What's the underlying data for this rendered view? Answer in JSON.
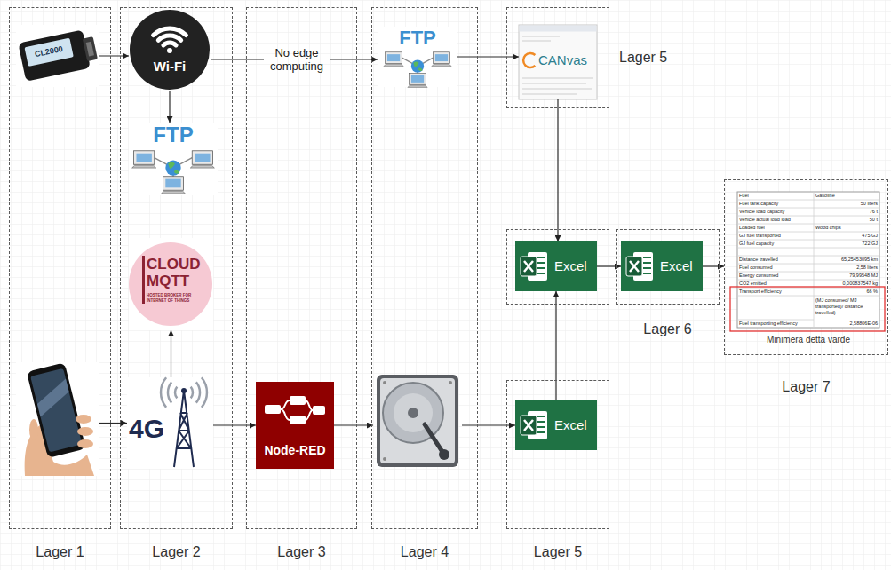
{
  "diagram": {
    "nodes": [
      {
        "text": [
          "Lager 1"
        ]
      },
      {
        "text": [
          "CL2000"
        ],
        "in": 0
      },
      {
        "text": [],
        "in": 0
      },
      {
        "text": [
          "Lager 2"
        ]
      },
      {
        "text": [
          "Wi-Fi"
        ],
        "in": 3
      },
      {
        "text": [
          "FTP"
        ],
        "in": 3
      },
      {
        "text": [
          "CLOUD MQTT",
          "HOSTED BROKER FOR INTERNET OF THINGS"
        ],
        "in": 3
      },
      {
        "text": [
          "4G"
        ],
        "in": 3
      },
      {
        "text": [
          "Lager 3"
        ]
      },
      {
        "text": [
          "No edge computing"
        ],
        "in": 8
      },
      {
        "text": [
          "Node-RED"
        ],
        "in": 8
      },
      {
        "text": [
          "Lager 4"
        ]
      },
      {
        "text": [
          "FTP"
        ],
        "in": 11
      },
      {
        "text": [],
        "in": 11
      },
      {
        "text": [
          "Lager 5"
        ]
      },
      {
        "text": [
          "CANvas"
        ],
        "in": 14
      },
      {
        "text": []
      },
      {
        "text": [
          "Excel"
        ],
        "in": 16
      },
      {
        "text": [
          "Lager 6"
        ]
      },
      {
        "text": [
          "Excel"
        ],
        "in": 18
      },
      {
        "text": [
          "Lager 5"
        ]
      },
      {
        "text": [
          "Excel"
        ],
        "in": 20
      },
      {
        "text": [
          "Lager 7"
        ]
      },
      {
        "text": [
          "Minimera detta värde"
        ],
        "in": 22
      }
    ],
    "edges": [
      {
        "from": 1,
        "to": 4,
        "arrow": "to"
      },
      {
        "from": 4,
        "to": 5,
        "arrow": "to"
      },
      {
        "from": 4,
        "to": 9,
        "arrow": "none"
      },
      {
        "from": 9,
        "to": 12,
        "arrow": "to"
      },
      {
        "from": 12,
        "to": 15,
        "arrow": "to"
      },
      {
        "from": 15,
        "to": 17,
        "arrow": "to"
      },
      {
        "from": 2,
        "to": 7,
        "arrow": "to"
      },
      {
        "from": 7,
        "to": 6,
        "arrow": "to"
      },
      {
        "from": 7,
        "to": 10,
        "arrow": "to"
      },
      {
        "from": 10,
        "to": 13,
        "arrow": "to"
      },
      {
        "from": 13,
        "to": 21,
        "arrow": "to"
      },
      {
        "from": 21,
        "to": 17,
        "arrow": "to"
      },
      {
        "from": 17,
        "to": 19,
        "arrow": "to"
      },
      {
        "from": 19,
        "to": 22,
        "arrow": "to"
      }
    ],
    "labels": [
      "Fuel",
      "Gasoline",
      "Fuel tank capacity",
      "50 liters",
      "Vehicle load capacity",
      "76 t",
      "Vehicle actual load load",
      "50 t",
      "Loaded fuel",
      "Wood chips",
      "GJ fuel transported",
      "475 GJ",
      "GJ fuel capacity",
      "722 GJ",
      "Distance travelled",
      "65,25453095 km",
      "Fuel consumed",
      "2,58 liters",
      "Energy consumed",
      "79,99548 MJ",
      "CO2 emitted",
      "0,000837547 kg",
      "Transport efficiency",
      "66 %",
      "(MJ consumed/ MJ transported)/ distance travelled)",
      "Fuel transporting efficiency",
      "2,58806E-06"
    ]
  }
}
